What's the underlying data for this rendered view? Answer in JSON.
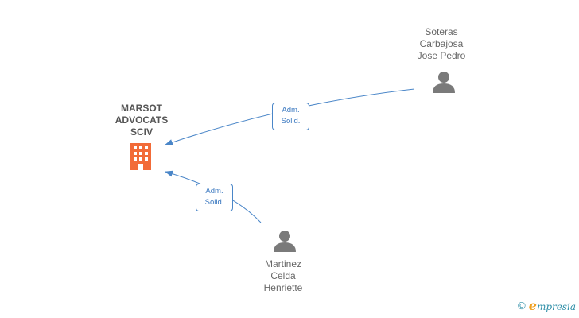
{
  "company": {
    "name_lines": [
      "MARSOT",
      "ADVOCATS",
      "SCIV"
    ],
    "icon": "building-icon",
    "color": "#f26b38"
  },
  "people": [
    {
      "name_lines": [
        "Soteras",
        "Carbajosa",
        "Jose Pedro"
      ],
      "icon": "person-icon"
    },
    {
      "name_lines": [
        "Martinez",
        "Celda",
        "Henriette"
      ],
      "icon": "person-icon"
    }
  ],
  "relations": [
    {
      "lines": [
        "Adm.",
        "Solid."
      ]
    },
    {
      "lines": [
        "Adm.",
        "Solid."
      ]
    }
  ],
  "footer": {
    "copyright": "©",
    "brand_initial": "e",
    "brand_rest": "mpresia"
  },
  "colors": {
    "edge": "#4a86c8",
    "person": "#7a7a7a",
    "brand": "#2f8fa8"
  }
}
